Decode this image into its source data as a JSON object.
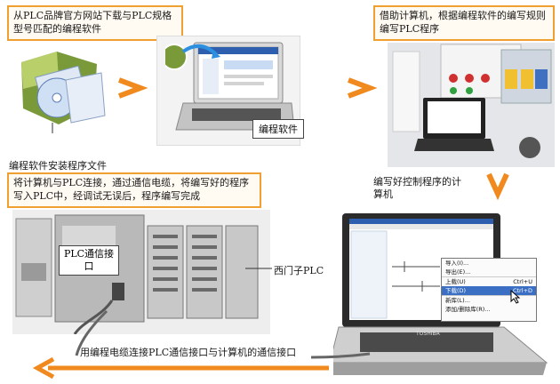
{
  "step1": {
    "callout": "从PLC品牌官方网站下载与PLC规格型号匹配的编程软件",
    "caption": "编程软件安装程序文件"
  },
  "step2": {
    "label": "编程软件",
    "window_title": "SIMATIC Manager"
  },
  "step3": {
    "callout": "借助计算机，根据编程软件的编写规则编写PLC程序"
  },
  "step4": {
    "label": "编写好控制程序的计算机",
    "menu_items": [
      "导入(I)...",
      "导出(E)...",
      "上载(U)",
      "下载(D)",
      "新库(L)...",
      "添加/删除库(R)..."
    ],
    "menu_shortcuts": [
      "",
      "",
      "Ctrl+U",
      "Ctrl+D",
      "",
      ""
    ],
    "brand": "TOSHIBA"
  },
  "step5": {
    "callout": "将计算机与PLC连接，通过通信电缆，将编写好的程序写入PLC中，经调试无误后，程序编写完成",
    "plc_port_label": "PLC通信接口",
    "plc_label": "西门子PLC"
  },
  "bottom": {
    "text": "用编程电缆连接PLC通信接口与计算机的通信接口"
  },
  "colors": {
    "arrow": "#f08a1e",
    "callout_border": "#f0a030",
    "screen_blue": "#2d5fae"
  }
}
